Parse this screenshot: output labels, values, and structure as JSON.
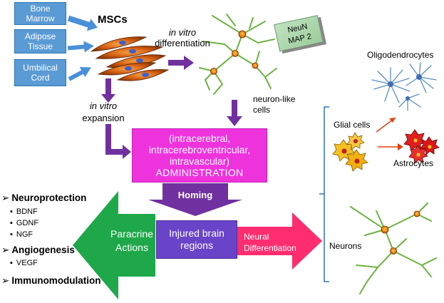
{
  "sources": {
    "bone_marrow": [
      "Bone",
      "Marrow"
    ],
    "adipose": [
      "Adipose",
      "Tissue"
    ],
    "umbilical": [
      "Umbilical",
      "Cord"
    ]
  },
  "mscs_label": "MSCs",
  "in_vitro_differentiation": [
    "in vitro",
    "differentiation"
  ],
  "in_vitro_expansion": [
    "in vitro",
    "expansion"
  ],
  "marker_card": [
    "NeuN",
    "MAP 2"
  ],
  "neuron_like_cells": [
    "neuron-like",
    "cells"
  ],
  "administration": [
    "(intracerebral,",
    "intracerebroventricular,",
    "intravascular)",
    "ADMINISTRATION"
  ],
  "homing": "Homing",
  "injured_brain": [
    "Injured brain",
    "regions"
  ],
  "paracrine": [
    "Paracrine",
    "Actions"
  ],
  "neural_differentiation": [
    "Neural",
    "Differentiation"
  ],
  "effects": {
    "neuroprotection": "Neuroprotection",
    "neuroprotection_items": [
      "BDNF",
      "GDNF",
      "NGF"
    ],
    "angiogenesis": "Angiogenesis",
    "angiogenesis_items": [
      "VEGF"
    ],
    "immunomodulation": "Immunomodulation"
  },
  "fates": {
    "glial_cells": "Glial cells",
    "oligodendrocytes": "Oligodendrocytes",
    "astrocytes": "Astrocytes",
    "neurons": "Neurons"
  },
  "colors": {
    "source_box": "#5b9bd5",
    "blue_arrow": "#4a90d9",
    "purple_arrow": "#7030a0",
    "administration": "#ee33dd",
    "injured_box": "#6a44c8",
    "paracrine_arrow": "#1ea84a",
    "neural_arrow": "#ff2d6f",
    "bracket": "#2e75b6",
    "neuron_green": "#6cb33f",
    "astrocyte_red": "#e02020",
    "oligodendrocyte_blue": "#5b8fc7"
  }
}
